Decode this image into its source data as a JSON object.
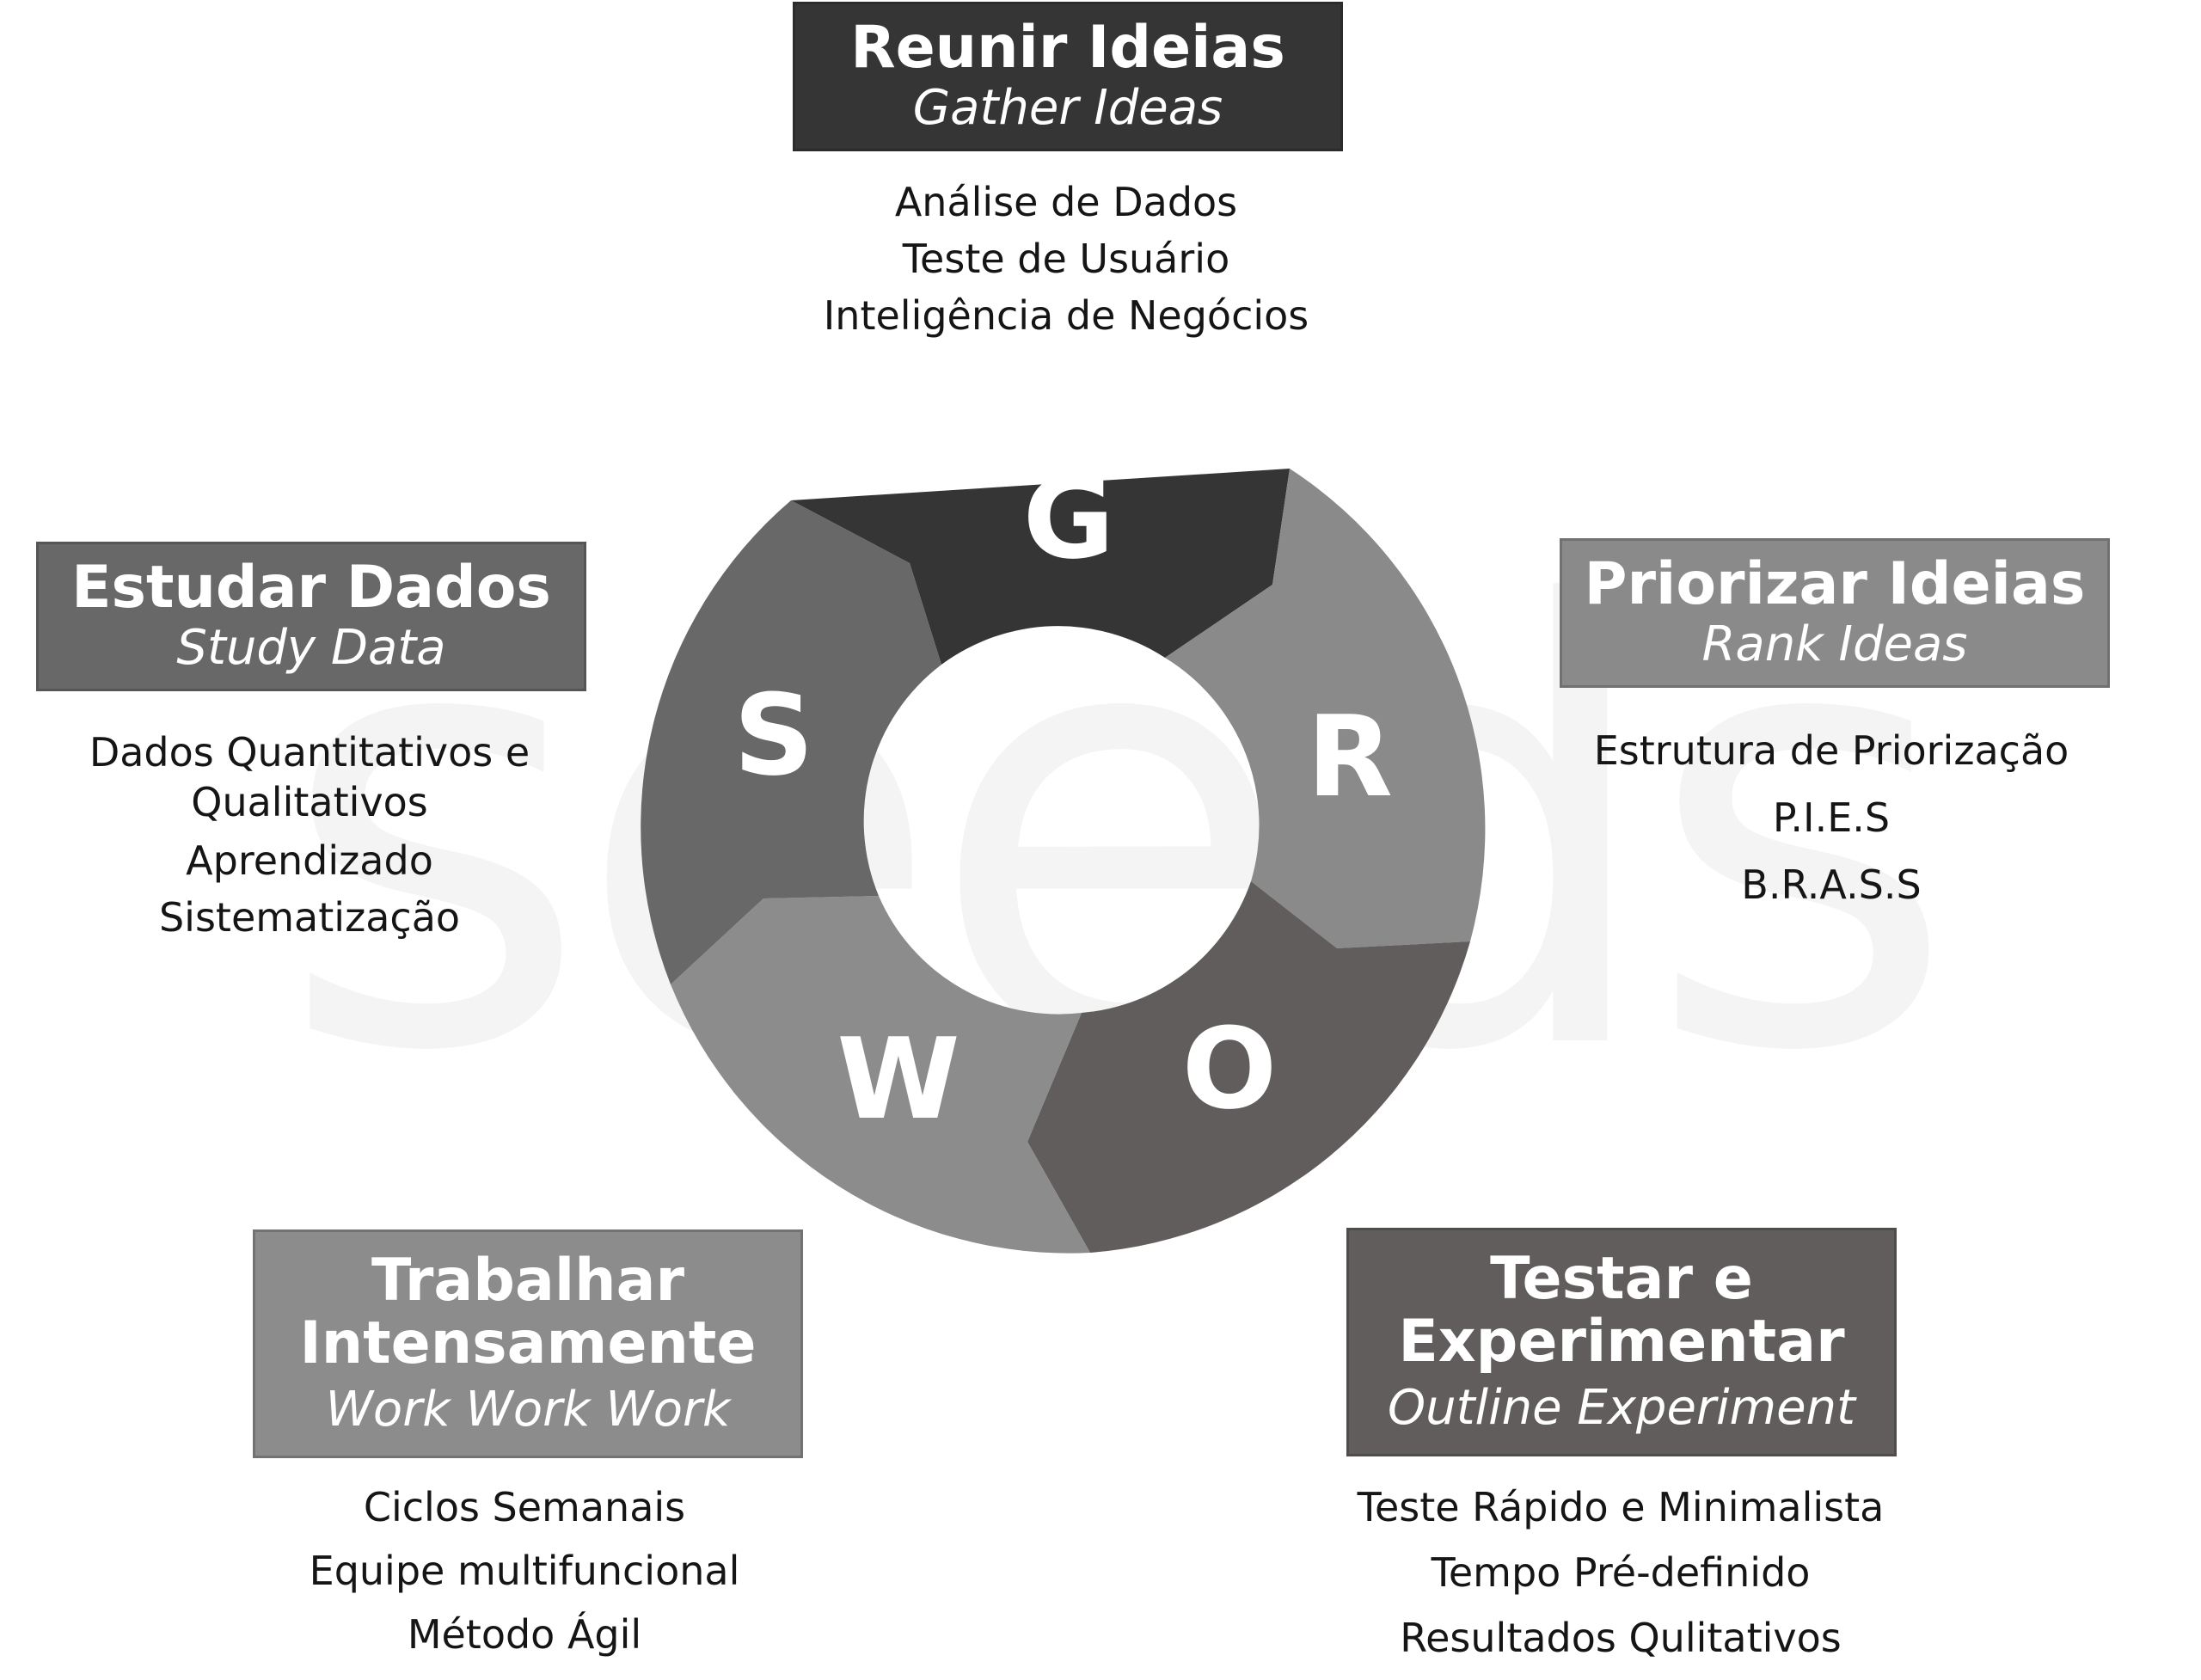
{
  "watermark": "seeds",
  "colors": {
    "G": "#353535",
    "R": "#8a8a8a",
    "O": "#615d5d",
    "W": "#8c8c8c",
    "S": "#686868",
    "watermark": "#f4f4f4"
  },
  "cycle": [
    {
      "letter": "G",
      "title": "Reunir Ideias",
      "subtitle": "Gather Ideas",
      "items": [
        "Análise de Dados",
        "Teste de Usuário",
        "Inteligência de Negócios"
      ]
    },
    {
      "letter": "R",
      "title": "Priorizar Ideias",
      "subtitle": "Rank Ideas",
      "items": [
        "Estrutura de Priorização",
        "P.I.E.S",
        "B.R.A.S.S"
      ]
    },
    {
      "letter": "O",
      "title": "Testar e Experimentar",
      "subtitle": "Outline Experiment",
      "items": [
        "Teste Rápido e Minimalista",
        "Tempo Pré-definido",
        "Resultados Qulitativos"
      ]
    },
    {
      "letter": "W",
      "title": "Trabalhar Intensamente",
      "subtitle": "Work Work Work",
      "items": [
        "Ciclos Semanais",
        "Equipe multifuncional",
        "Método Ágil"
      ]
    },
    {
      "letter": "S",
      "title": "Estudar Dados",
      "subtitle": "Study Data",
      "items": [
        "Dados Quantitativos e Qualitativos",
        "Aprendizado",
        "Sistematização"
      ]
    }
  ]
}
